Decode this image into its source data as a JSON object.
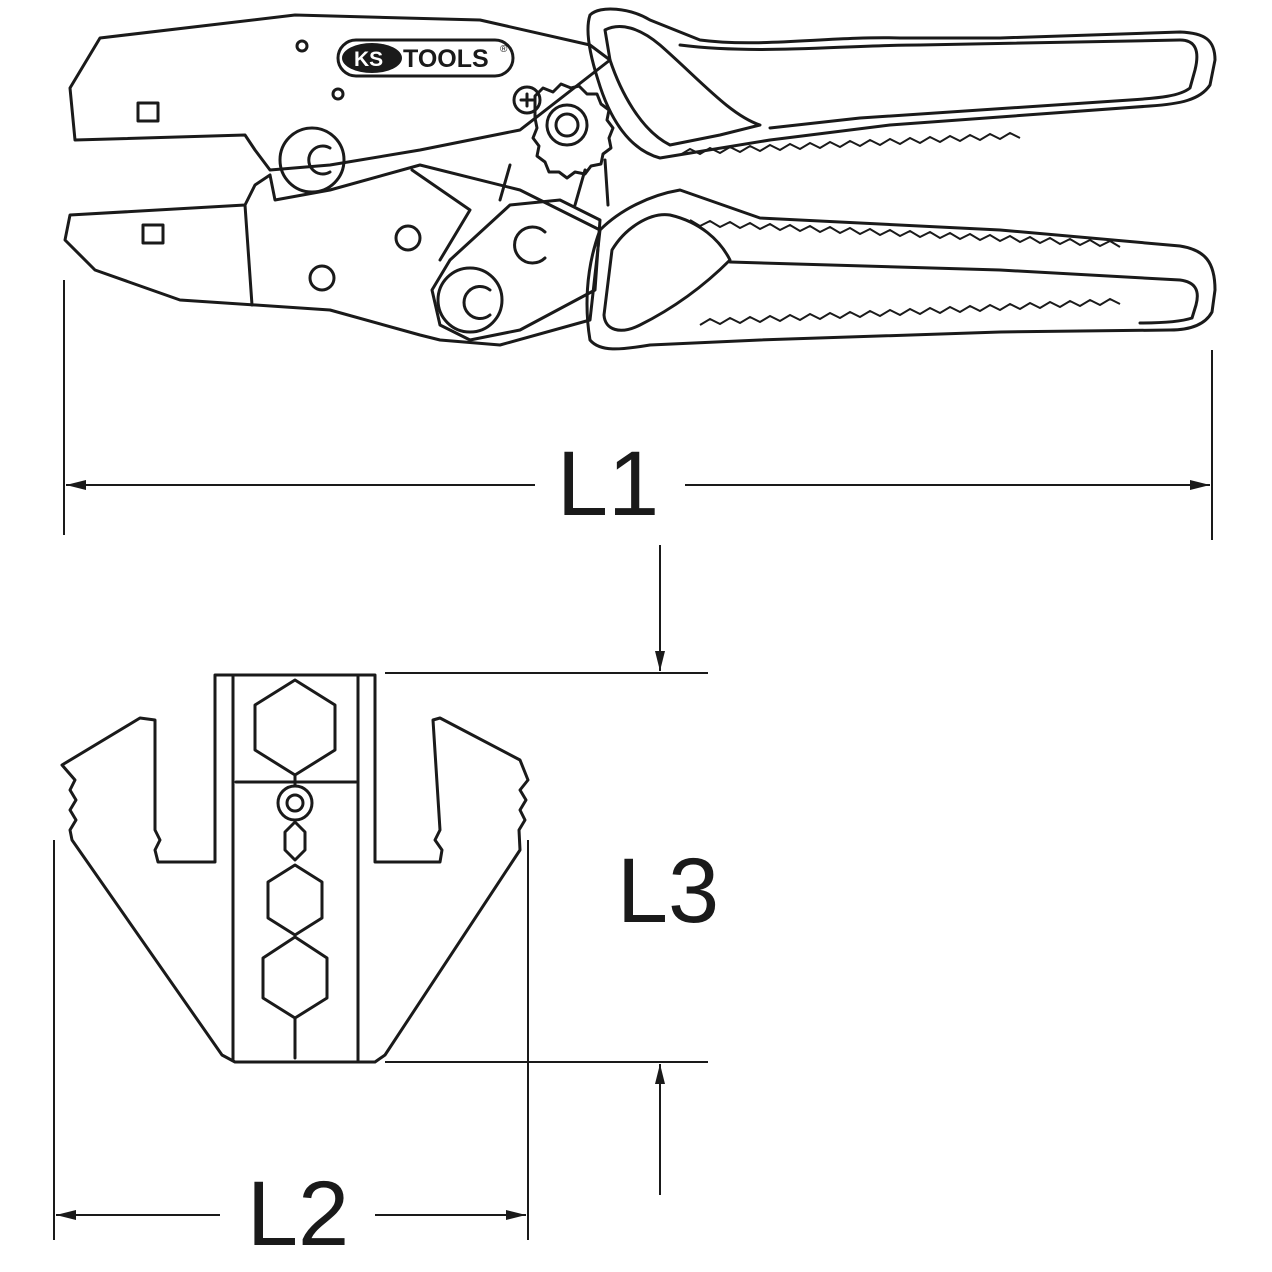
{
  "logo": {
    "brand_left": "KS",
    "brand_right": "TOOLS",
    "registered": "®"
  },
  "dimensions": {
    "l1": "L1",
    "l2": "L2",
    "l3": "L3"
  },
  "colors": {
    "line": "#1a1a1a",
    "background": "#ffffff"
  }
}
